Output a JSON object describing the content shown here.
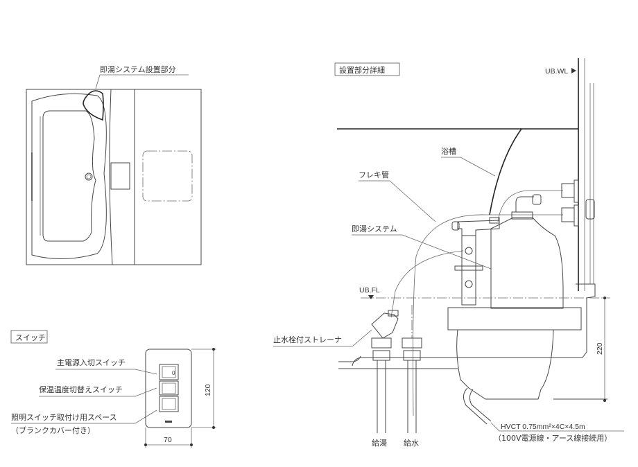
{
  "plan_view": {
    "callout_label": "即湯システム設置部分"
  },
  "switch_panel": {
    "section_title": "スイッチ",
    "labels": {
      "main_power": "主電源入切スイッチ",
      "temp_switch": "保温温度切替えスイッチ",
      "light_space": "照明スイッチ取付け用スペース",
      "light_space_note": "（ブランクカバー付き）"
    },
    "main_switch_mark": "0",
    "dimensions": {
      "height": "120",
      "width": "70"
    }
  },
  "detail_view": {
    "section_title": "設置部分詳細",
    "labels": {
      "ub_wl": "UB.WL",
      "ub_fl": "UB.FL",
      "bathtub": "浴槽",
      "flex_pipe": "フレキ管",
      "instant_system": "即湯システム",
      "strainer": "止水栓付ストレーナ",
      "hot_supply": "給湯",
      "water_supply": "給水",
      "cable_spec": "HVCT 0.75mm²×4C×4.5m",
      "cable_note": "（100V電源線・アース線接続用）"
    },
    "dimensions": {
      "height": "220"
    }
  }
}
